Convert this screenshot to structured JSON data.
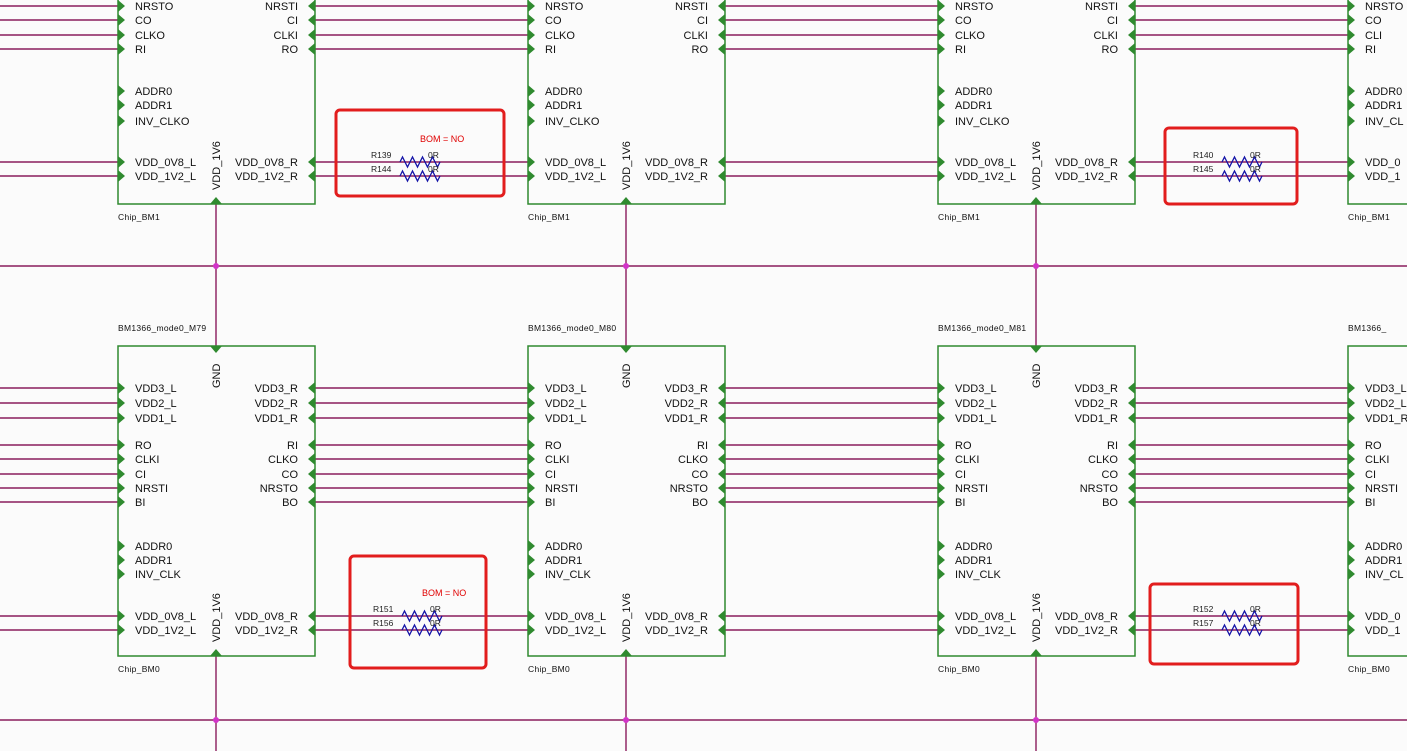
{
  "colors": {
    "wire": "#8a1c5c",
    "chip_border": "#2f8a2f",
    "pin_marker": "#2f8a2f",
    "junction": "#d233c8",
    "highlight": "#e21d1d",
    "resistor": "#1414a8",
    "note": "#e00000",
    "background": "#fbfbfb"
  },
  "top_row": {
    "left_pins": [
      "NRSTO",
      "CO",
      "CLKO",
      "RI",
      "ADDR0",
      "ADDR1",
      "INV_CLKO",
      "VDD_0V8_L",
      "VDD_1V2_L"
    ],
    "right_pins": [
      "NRSTI",
      "CI",
      "CLKI",
      "RO",
      "VDD_0V8_R",
      "VDD_1V2_R"
    ],
    "power_pin": "VDD_1V6",
    "footer": "Chip_BM1",
    "chips": [
      {
        "footer": "Chip_BM1",
        "left_pins": [
          "NRSTO",
          "CO",
          "CLKO",
          "RI",
          "ADDR0",
          "ADDR1",
          "INV_CLKO",
          "VDD_0V8_L",
          "VDD_1V2_L"
        ],
        "right_pins": [
          "NRSTI",
          "CI",
          "CLKI",
          "RO",
          "VDD_0V8_R",
          "VDD_1V2_R"
        ]
      },
      {
        "footer": "Chip_BM1",
        "left_pins": [
          "NRSTO",
          "CO",
          "CLKO",
          "RI",
          "ADDR0",
          "ADDR1",
          "INV_CLKO",
          "VDD_0V8_L",
          "VDD_1V2_L"
        ],
        "right_pins": [
          "NRSTI",
          "CI",
          "CLKI",
          "RO",
          "VDD_0V8_R",
          "VDD_1V2_R"
        ]
      },
      {
        "footer": "Chip_BM1",
        "left_pins": [
          "NRSTO",
          "CO",
          "CLKO",
          "RI",
          "ADDR0",
          "ADDR1",
          "INV_CLKO",
          "VDD_0V8_L",
          "VDD_1V2_L"
        ],
        "right_pins": [
          "NRSTI",
          "CI",
          "CLKI",
          "RO",
          "VDD_0V8_R",
          "VDD_1V2_R"
        ]
      },
      {
        "footer": "Chip_BM1",
        "left_pins": [
          "NRSTO",
          "CO",
          "CLI",
          "RI",
          "ADDR0",
          "ADDR1",
          "INV_CL",
          "VDD_0",
          "VDD_1"
        ],
        "right_pins": []
      }
    ]
  },
  "bottom_row": {
    "left_pins": [
      "VDD3_L",
      "VDD2_L",
      "VDD1_L",
      "RO",
      "CLKI",
      "CI",
      "NRSTI",
      "BI",
      "ADDR0",
      "ADDR1",
      "INV_CLK",
      "VDD_0V8_L",
      "VDD_1V2_L"
    ],
    "right_pins": [
      "VDD3_R",
      "VDD2_R",
      "VDD1_R",
      "RI",
      "CLKO",
      "CO",
      "NRSTO",
      "BO",
      "VDD_0V8_R",
      "VDD_1V2_R"
    ],
    "gnd_pin": "GND",
    "power_pin": "VDD_1V6",
    "chips": [
      {
        "title": "BM1366_mode0_M79",
        "footer": "Chip_BM0",
        "left_pins": [
          "VDD3_L",
          "VDD2_L",
          "VDD1_L",
          "RO",
          "CLKI",
          "CI",
          "NRSTI",
          "BI",
          "ADDR0",
          "ADDR1",
          "INV_CLK",
          "VDD_0V8_L",
          "VDD_1V2_L"
        ],
        "right_pins": [
          "VDD3_R",
          "VDD2_R",
          "VDD1_R",
          "RI",
          "CLKO",
          "CO",
          "NRSTO",
          "BO",
          "VDD_0V8_R",
          "VDD_1V2_R"
        ]
      },
      {
        "title": "BM1366_mode0_M80",
        "footer": "Chip_BM0",
        "left_pins": [
          "VDD3_L",
          "VDD2_L",
          "VDD1_L",
          "RO",
          "CLKI",
          "CI",
          "NRSTI",
          "BI",
          "ADDR0",
          "ADDR1",
          "INV_CLK",
          "VDD_0V8_L",
          "VDD_1V2_L"
        ],
        "right_pins": [
          "VDD3_R",
          "VDD2_R",
          "VDD1_R",
          "RI",
          "CLKO",
          "CO",
          "NRSTO",
          "BO",
          "VDD_0V8_R",
          "VDD_1V2_R"
        ]
      },
      {
        "title": "BM1366_mode0_M81",
        "footer": "Chip_BM0",
        "left_pins": [
          "VDD3_L",
          "VDD2_L",
          "VDD1_L",
          "RO",
          "CLKI",
          "CI",
          "NRSTI",
          "BI",
          "ADDR0",
          "ADDR1",
          "INV_CLK",
          "VDD_0V8_L",
          "VDD_1V2_L"
        ],
        "right_pins": [
          "VDD3_R",
          "VDD2_R",
          "VDD1_R",
          "RI",
          "CLKO",
          "CO",
          "NRSTO",
          "BO",
          "VDD_0V8_R",
          "VDD_1V2_R"
        ]
      },
      {
        "title": "BM1366_",
        "footer": "Chip_BM0",
        "left_pins": [
          "VDD3_L",
          "VDD2_L",
          "VDD1_R",
          "RO",
          "CLKI",
          "CI",
          "NRSTI",
          "BI",
          "ADDR0",
          "ADDR1",
          "INV_CL",
          "VDD_0",
          "VDD_1"
        ],
        "right_pins": []
      }
    ]
  },
  "resistor_groups": [
    {
      "refs": [
        "R139",
        "R144"
      ],
      "values": [
        "0R",
        "0R"
      ],
      "note": "BOM = NO"
    },
    {
      "refs": [
        "R140",
        "R145"
      ],
      "values": [
        "0R",
        "0R"
      ],
      "note": ""
    },
    {
      "refs": [
        "R151",
        "R156"
      ],
      "values": [
        "0R",
        "0R"
      ],
      "note": "BOM = NO"
    },
    {
      "refs": [
        "R152",
        "R157"
      ],
      "values": [
        "0R",
        "0R"
      ],
      "note": ""
    }
  ]
}
